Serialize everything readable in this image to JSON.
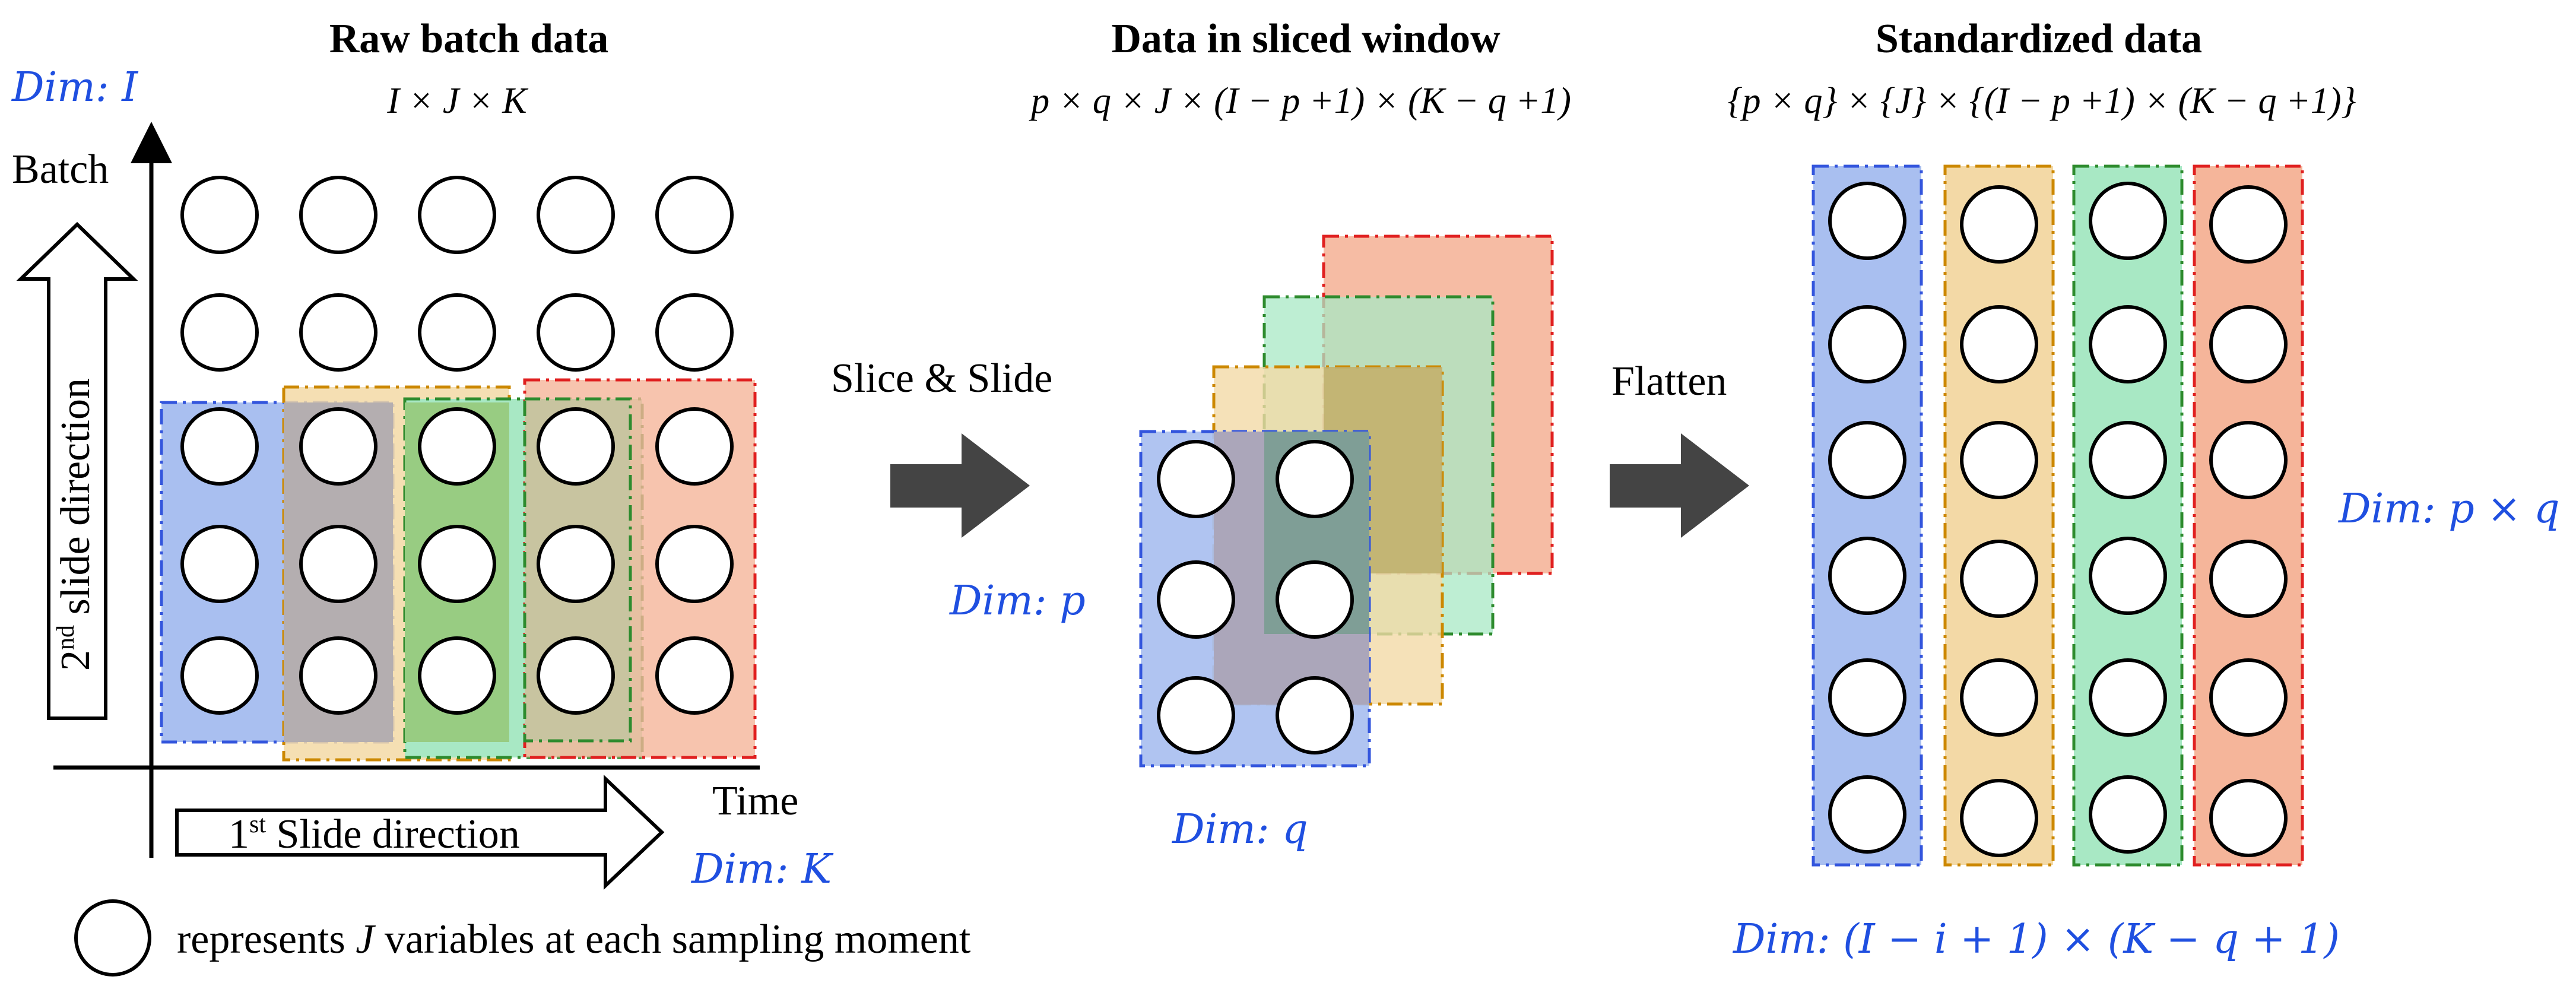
{
  "colors": {
    "blue": "#3355dd",
    "blue_fill": "#a9bff0",
    "orange": "#cc8800",
    "orange_fill": "#f3d9a6",
    "green": "#2e8b2e",
    "green_fill": "#a8e8c4",
    "red": "#e02020",
    "red_fill": "#f5b59a",
    "dim_text": "#1f4fe0",
    "arrow": "#444444"
  },
  "raw": {
    "title": "Raw batch data",
    "formula": "I × J × K",
    "dim_i": "Dim: I",
    "dim_k": "Dim: K",
    "y_axis": "Batch",
    "x_axis": "Time",
    "slide1_num": "1",
    "slide1_sup": "st",
    "slide1_text": " Slide direction",
    "slide2_num": "2",
    "slide2_sup": "nd",
    "slide2_text": " slide direction"
  },
  "window": {
    "title": "Data in sliced window",
    "formula": "p × q × J × (I − p +1) × (K − q +1)",
    "action": "Slice & Slide",
    "dim_p": "Dim:  p",
    "dim_q": "Dim: q"
  },
  "standard": {
    "title": "Standardized data",
    "formula": "{p × q} × {J} × {(I − p +1) × (K − q +1)}",
    "action": "Flatten",
    "dim_pq": "Dim: p × q",
    "dim_bottom": "Dim: (I − i + 1) × (K − q + 1)"
  },
  "legend": {
    "text_before": "represents ",
    "text_var": "J",
    "text_after": " variables at each sampling moment"
  }
}
